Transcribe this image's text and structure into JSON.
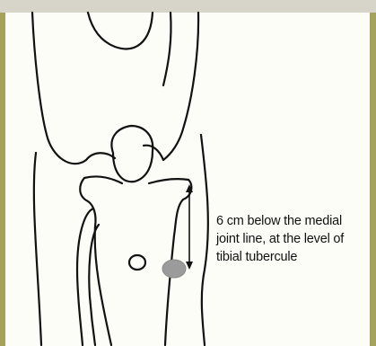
{
  "annotation": {
    "lines": [
      "6 cm below the medial",
      "joint line, at the level of",
      "tibial tubercule"
    ]
  },
  "colors": {
    "frame": "#a5a25e",
    "top_band": "#d7d4c9",
    "background": "#fdfdf7",
    "outline": "#111111",
    "injection_site": "#9b9b9b"
  }
}
